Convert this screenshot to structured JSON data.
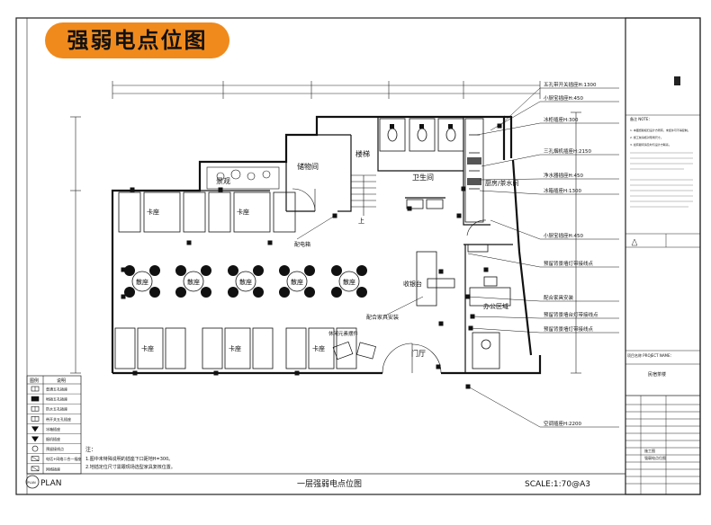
{
  "badge": {
    "title": "强弱电点位图"
  },
  "rooms": {
    "storage": "储物间",
    "stairs": "楼梯",
    "stair_up": "上",
    "toilet": "卫生间",
    "scenery": "景观",
    "kitchen": "厨房/茶水间",
    "booth": "卡座",
    "scattered": "散座",
    "cashier": "收银台",
    "lobby": "门厅",
    "office": "办公区域",
    "casual": "休闲元素摆件",
    "distribution_box": "配电箱"
  },
  "callouts": [
    "五孔带开关插座H:1300",
    "小厨宝插座H:450",
    "冰柜插座H:300",
    "三孔烟机插座H:2150",
    "净水器插座H:450",
    "冰箱插座H:1300",
    "小厨宝插座H:450",
    "预留背景墙灯带接线点",
    "配合家具安装",
    "预留背景墙台灯带接线点",
    "预留背景墙灯带接线点",
    "空调插座H:2200"
  ],
  "left_callout": "配合家具安装",
  "legend": {
    "header": [
      "图例",
      "说明"
    ],
    "rows": [
      "普通五孔插座",
      "地插五孔插座",
      "防水五孔插座",
      "带开关五孔插座",
      "冰箱插座",
      "烟机插座",
      "预留接线点",
      "电话+网络二合一插座",
      "网络插座"
    ]
  },
  "notes": {
    "label": "注：",
    "lines": [
      "1.图中未特殊说明的插座下口距地H=300。",
      "2.地插定位尺寸需跟现场选型家具复核位置。"
    ]
  },
  "footer": {
    "plan_icon": "PLAN",
    "plan_label": "PLAN",
    "drawing_title": "一层强弱电点位图",
    "scale": "SCALE:1:70@A3"
  },
  "title_block": {
    "header_label": "备注  NOTE：",
    "project_label": "项目名称  PROJECT NAME：",
    "project_name": "民宿茶楼",
    "drawing_name": "强弱电点位图",
    "stage": "施工图",
    "legal_lines": [
      "1. 本图纸版权归设计方所有，未经许可不得复制。",
      "2. 施工前请核对现场尺寸。",
      "3. 如有疑问请及时与设计方联系。"
    ]
  }
}
